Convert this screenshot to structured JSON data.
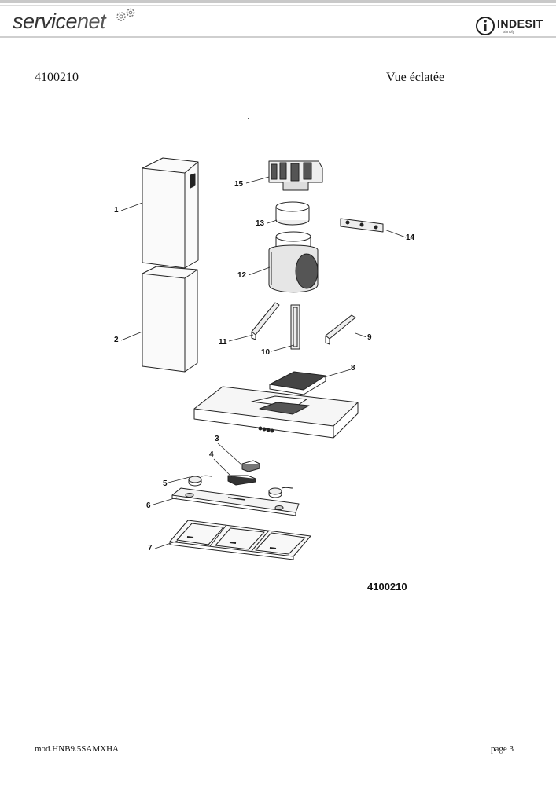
{
  "header": {
    "brand_left_a": "service",
    "brand_left_b": "net",
    "brand_right": "INDESIT",
    "brand_right_sub": "simply"
  },
  "doc": {
    "code": "4100210",
    "title": "Vue éclatée"
  },
  "diagram": {
    "code": "4100210",
    "parts": [
      "1",
      "2",
      "3",
      "4",
      "5",
      "6",
      "7",
      "8",
      "9",
      "10",
      "11",
      "12",
      "13",
      "14",
      "15"
    ]
  },
  "footer": {
    "model": "mod.HNB9.5SAMXHA",
    "page": "page 3"
  }
}
